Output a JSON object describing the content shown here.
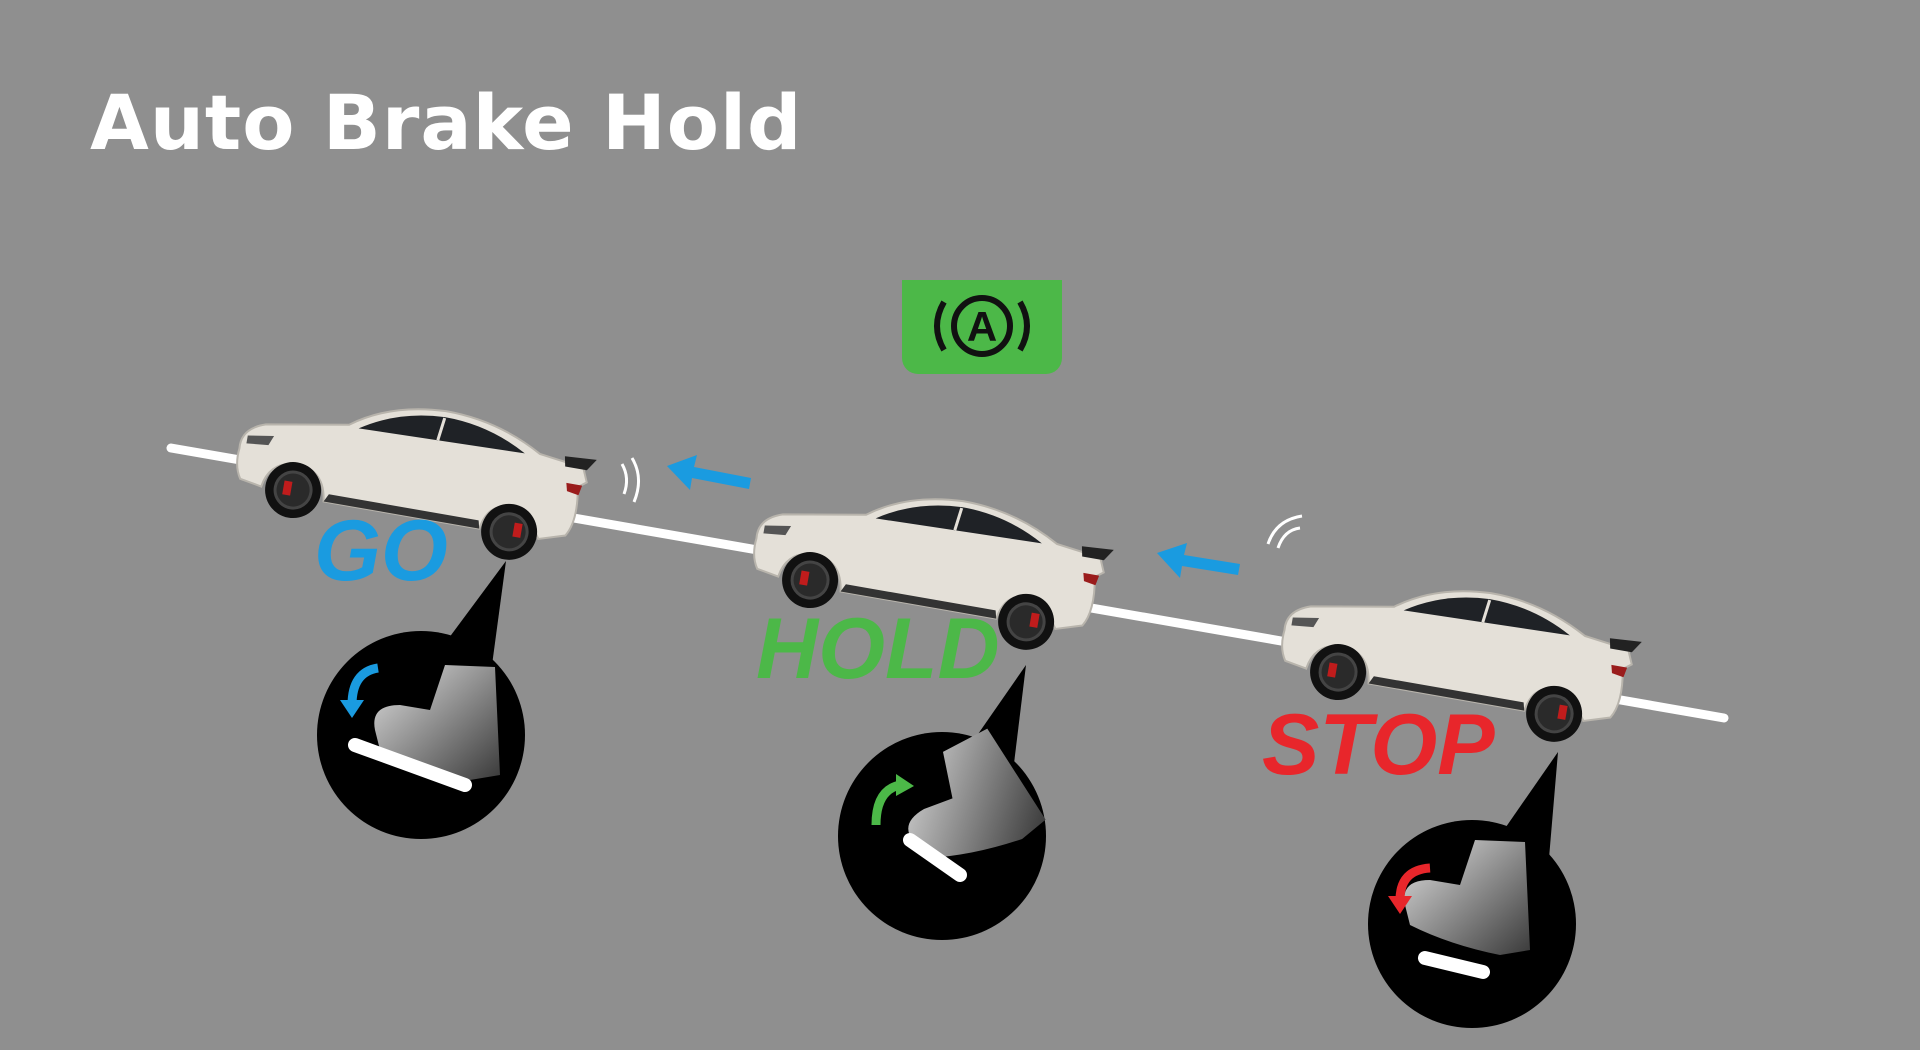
{
  "title": "Auto Brake Hold",
  "indicator": {
    "icon": "auto-brake-hold-icon",
    "letter": "A",
    "color": "#4cb848"
  },
  "states": [
    {
      "label": "GO",
      "color": "#1a9be0"
    },
    {
      "label": "HOLD",
      "color": "#4cb848"
    },
    {
      "label": "STOP",
      "color": "#e8262b"
    }
  ],
  "colors": {
    "background": "#8f8f8f",
    "arrow": "#1a9be0"
  }
}
